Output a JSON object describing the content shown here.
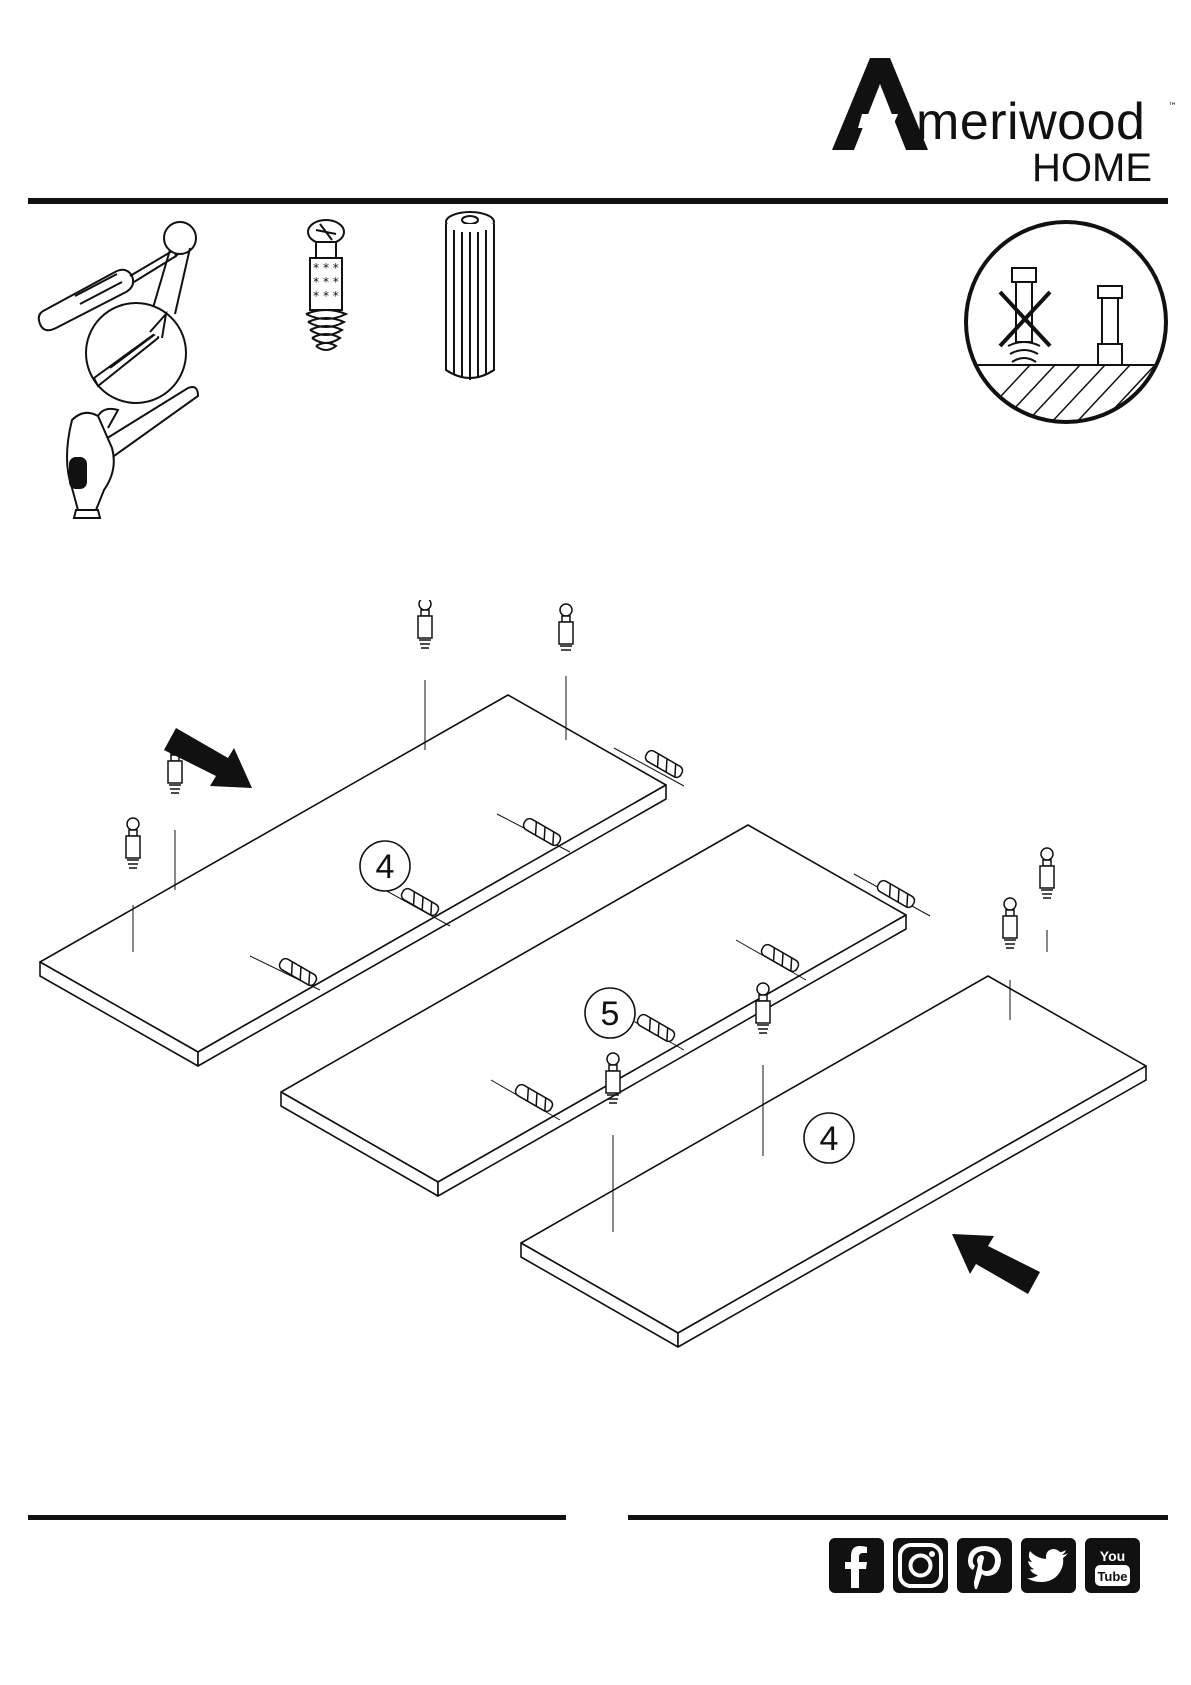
{
  "brand": {
    "logo_letter": "A",
    "logo_word": "meriwood",
    "logo_home": "HOME",
    "trademark": "™"
  },
  "tools": [
    "screwdriver-icon",
    "hammer-icon"
  ],
  "hardware": [
    "cam-bolt-icon",
    "wood-dowel-icon"
  ],
  "warning": "incorrect-vs-correct-cam-bolt-depth",
  "assembly": {
    "panels": [
      {
        "label": "4"
      },
      {
        "label": "5"
      },
      {
        "label": "4"
      }
    ]
  },
  "social": [
    "facebook-icon",
    "instagram-icon",
    "pinterest-icon",
    "twitter-icon",
    "youtube-icon"
  ],
  "youtube": {
    "line1": "You",
    "line2": "Tube"
  },
  "colors": {
    "ink": "#111111",
    "paper": "#ffffff"
  }
}
